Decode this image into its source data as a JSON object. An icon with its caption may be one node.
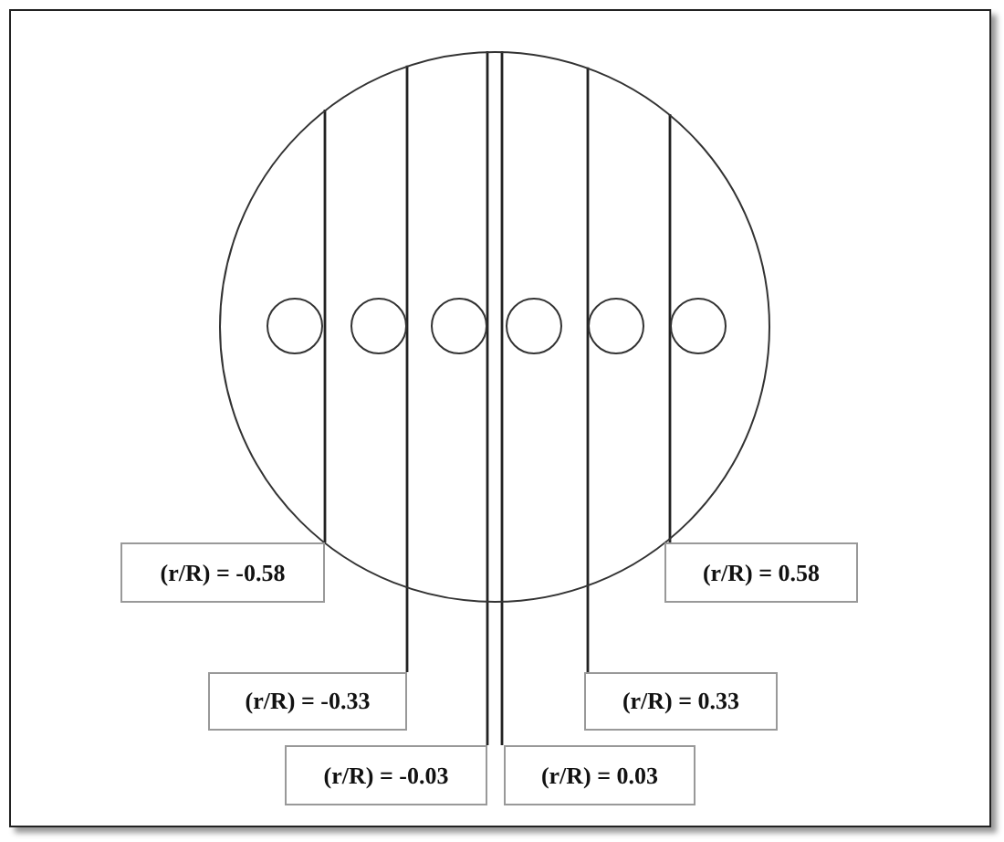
{
  "diagram": {
    "nodes": [
      {
        "text": [],
        "shape": "circle"
      },
      {
        "text": [],
        "shape": "circle",
        "in": 0
      },
      {
        "text": [],
        "shape": "circle",
        "in": 0
      },
      {
        "text": [],
        "shape": "circle",
        "in": 0
      },
      {
        "text": [],
        "shape": "circle",
        "in": 0
      },
      {
        "text": [],
        "shape": "circle",
        "in": 0
      },
      {
        "text": [],
        "shape": "circle",
        "in": 0
      },
      {
        "text": [
          "(r/R) = -0.58"
        ]
      },
      {
        "text": [
          "(r/R) = 0.58"
        ]
      },
      {
        "text": [
          "(r/R) = -0.33"
        ]
      },
      {
        "text": [
          "(r/R) = 0.33"
        ]
      },
      {
        "text": [
          "(r/R) = -0.03"
        ]
      },
      {
        "text": [
          "(r/R) = 0.03"
        ]
      }
    ],
    "edges": [
      {
        "from": 7,
        "to": 0,
        "arrow": "none"
      },
      {
        "from": 8,
        "to": 0,
        "arrow": "none"
      },
      {
        "from": 9,
        "to": 0,
        "arrow": "none"
      },
      {
        "from": 10,
        "to": 0,
        "arrow": "none"
      },
      {
        "from": 11,
        "to": 0,
        "arrow": "none"
      },
      {
        "from": 12,
        "to": 0,
        "arrow": "none"
      }
    ]
  }
}
